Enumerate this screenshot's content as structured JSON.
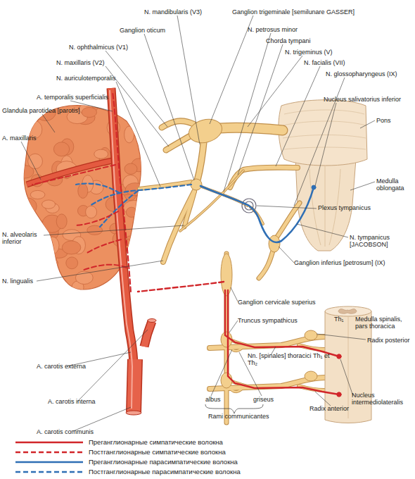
{
  "diagram": {
    "labels": [
      "N. mandibularis (V3)",
      "Ganglion trigeminale [semilunare GASSER]",
      "Ganglion oticum",
      "N. petrosus minor",
      "Chorda tympani",
      "N. ophthalmicus (V1)",
      "N. trigeminus (V)",
      "N. facialis (VII)",
      "N. maxillaris (V2)",
      "N. glossopharyngeus (IX)",
      "N. auriculotemporalis",
      "Nucleus salivatorius inferior",
      "A. temporalis superficialis",
      "Pons",
      "Glandula parotidea [parotis]",
      "A. maxillaris",
      "Medulla oblongata",
      "Plexus tympanicus",
      "N. alveolaris inferior",
      "N. tympanicus [JACOBSON]",
      "Ganglion inferius [petrosum] (IX)",
      "N. lingualis",
      "Ganglion cervicale superius",
      "Truncus sympathicus",
      "Th₁",
      "Medulla spinalis, pars thoracica",
      "Radix posterior",
      "A. carotis externa",
      "Nn. [spinales] thoracici Th₁ et Th₂",
      "A. carotis interna",
      "albus",
      "griseus",
      "Radix anterior",
      "Nucleus intermediolateralis",
      "Rami communicantes",
      "A. carotis communis"
    ],
    "legend": [
      {
        "text": "Преганглионарные симпатические волокна"
      },
      {
        "text": "Постганглионарные симпатические волокна"
      },
      {
        "text": "Преганглионарные парасимпатические волокна"
      },
      {
        "text": "Постганглионарные парасимпатические волокна"
      }
    ]
  }
}
